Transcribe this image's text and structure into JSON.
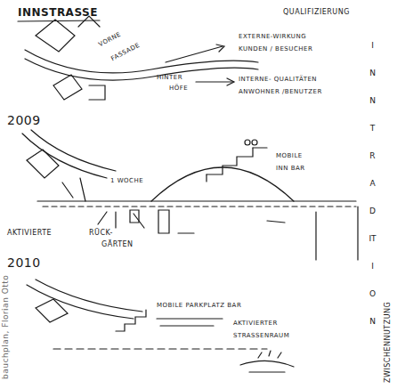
{
  "diagram": {
    "title": "INNSTRASSE",
    "labels": [
      "QUALIFIZIERUNG",
      "2009",
      "VORNE",
      "FASSADE",
      "EXTERNE-WIRKUNG",
      "KUNDEN / BESUCHER",
      "HINTER",
      "HÖFE",
      "INTERNE- QUALITÄTEN",
      "ANWOHNER /BENUTZER",
      "MOBILE",
      "INN BAR",
      "1 WOCHE",
      "AKTIVIERTE",
      "RÜCK-",
      "GÄRTEN",
      "2010",
      "MOBILE PARKPLATZ BAR",
      "AKTIVIERTER",
      "STRASSENRAUM",
      "INNTRADITION",
      "ZWISCHENNUTZUNG",
      "bauchplan, Florian Otto"
    ]
  }
}
